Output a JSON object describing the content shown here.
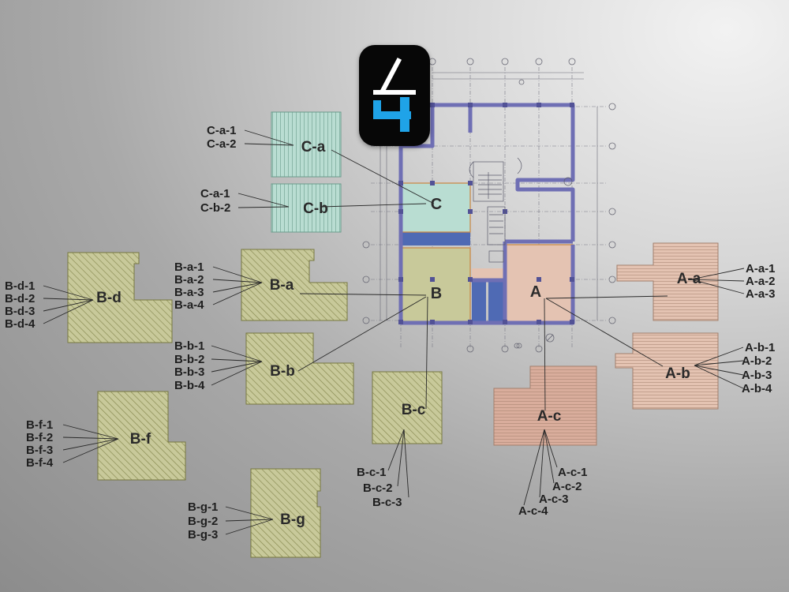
{
  "logo": {
    "glyph": "4",
    "accent": "#1fa3e8",
    "stroke": "#ffffff",
    "name": "app-logo"
  },
  "colors": {
    "zone_c": "#b9ddd2",
    "zone_b": "#c8c99a",
    "zone_a": "#e4c3b2",
    "blue": "#4f6ab4",
    "wall": "#6f6fb4",
    "leader": "#2a2a2a",
    "unit_text": "#1f1f1f",
    "pattern_c": "#6a9c8c",
    "pattern_b": "#86884f",
    "pattern_a": "#a27f6c"
  },
  "zones": [
    "C",
    "B",
    "A"
  ],
  "units": {
    "Ca": {
      "label": "C-a",
      "subs": [
        "C-a-1",
        "C-a-2"
      ]
    },
    "Cb": {
      "label": "C-b",
      "subs": [
        "C-a-1",
        "C-b-2"
      ]
    },
    "Ba": {
      "label": "B-a",
      "subs": [
        "B-a-1",
        "B-a-2",
        "B-a-3",
        "B-a-4"
      ]
    },
    "Bb": {
      "label": "B-b",
      "subs": [
        "B-b-1",
        "B-b-2",
        "B-b-3",
        "B-b-4"
      ]
    },
    "Bc": {
      "label": "B-c",
      "subs": [
        "B-c-1",
        "B-c-2",
        "B-c-3"
      ]
    },
    "Bd": {
      "label": "B-d",
      "subs": [
        "B-d-1",
        "B-d-2",
        "B-d-3",
        "B-d-4"
      ]
    },
    "Bf": {
      "label": "B-f",
      "subs": [
        "B-f-1",
        "B-f-2",
        "B-f-3",
        "B-f-4"
      ]
    },
    "Bg": {
      "label": "B-g",
      "subs": [
        "B-g-1",
        "B-g-2",
        "B-g-3"
      ]
    },
    "Aa": {
      "label": "A-a",
      "subs": [
        "A-a-1",
        "A-a-2",
        "A-a-3"
      ]
    },
    "Ab": {
      "label": "A-b",
      "subs": [
        "A-b-1",
        "A-b-2",
        "A-b-3",
        "A-b-4"
      ]
    },
    "Ac": {
      "label": "A-c",
      "subs": [
        "A-c-1",
        "A-c-2",
        "A-c-3",
        "A-c-4"
      ]
    }
  }
}
